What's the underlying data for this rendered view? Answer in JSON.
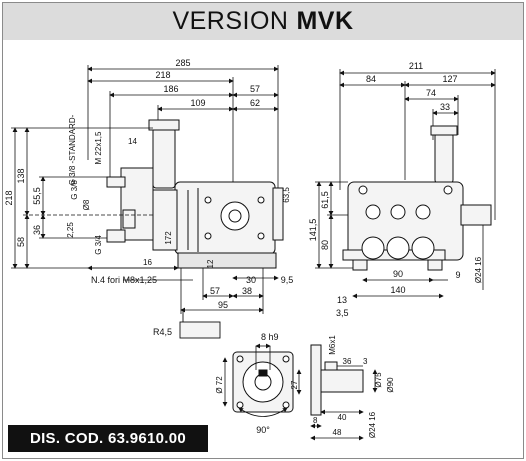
{
  "header": {
    "title_prefix": "VERSION",
    "title_model": "MVK"
  },
  "footer": {
    "code": "DIS. COD. 63.9610.00"
  },
  "dims": {
    "top_285": "285",
    "top_218": "218",
    "top_186": "186",
    "top_57": "57",
    "top_109": "109",
    "top_62": "62",
    "right_211": "211",
    "right_84": "84",
    "right_127": "127",
    "right_74": "74",
    "right_33": "33",
    "thread_std": "G 3/8 -STANDARD-",
    "thread_m22": "M 22x1,5",
    "dim_14": "14",
    "thread_g38": "G 3/8",
    "dia_8": "Ø8",
    "dim_138": "138",
    "dim_218": "218",
    "dim_55_5": "55,5",
    "dim_36": "36",
    "dim_58": "58",
    "dim_2_25": "2,25",
    "thread_g34": "G 3/4",
    "dim_172": "172",
    "dim_63_5": "63,5",
    "dim_16": "16",
    "dim_12": "12",
    "dim_30": "30",
    "dim_9_5": "9,5",
    "note_holes": "N.4 fori M8x1,25",
    "dim_57": "57",
    "dim_38": "38",
    "dim_95": "95",
    "r_61_5": "61,5",
    "r_141_5": "141,5",
    "r_80": "80",
    "r_90": "90",
    "r_9": "9",
    "r_140": "140",
    "r_shaft": "Ø24 16",
    "r_13": "13",
    "r_3_5": "3,5",
    "r4_5": "R4,5",
    "key_8h9": "8 h9",
    "m6x1": "M6x1",
    "dia_72": "Ø 72",
    "dim_27": "27",
    "angle_90": "90°",
    "s_36": "36",
    "s_3": "3",
    "s_d75": "Ø75",
    "s_d90": "Ø90",
    "s_8": "8",
    "s_40": "40",
    "s_48": "48",
    "s_d24": "Ø24 16"
  }
}
